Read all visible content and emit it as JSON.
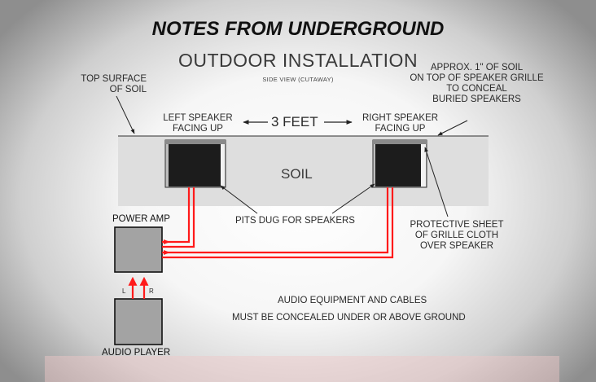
{
  "title": "NOTES FROM UNDERGROUND",
  "subtitle": "OUTDOOR INSTALLATION",
  "view_note": "SIDE VIEW (CUTAWAY)",
  "labels": {
    "top_surface": "TOP SURFACE\nOF SOIL",
    "approx_soil": "APPROX. 1\" OF SOIL\nON TOP OF SPEAKER GRILLE\nTO CONCEAL\nBURIED SPEAKERS",
    "left_speaker": "LEFT SPEAKER\nFACING UP",
    "right_speaker": "RIGHT SPEAKER\nFACING UP",
    "distance": "3 FEET",
    "soil": "SOIL",
    "pits": "PITS DUG FOR SPEAKERS",
    "protective": "PROTECTIVE SHEET\nOF GRILLE CLOTH\nOVER SPEAKER",
    "power_amp": "POWER AMP",
    "audio_player": "AUDIO PLAYER",
    "channel_left": "L",
    "channel_right": "R",
    "note_line1": "AUDIO EQUIPMENT AND CABLES",
    "note_line2": "MUST BE CONCEALED UNDER OR ABOVE GROUND"
  },
  "colors": {
    "cable": "#ff1a1a",
    "soil": "#dedede",
    "box": "#a3a3a3",
    "speaker": "#1c1c1c"
  }
}
